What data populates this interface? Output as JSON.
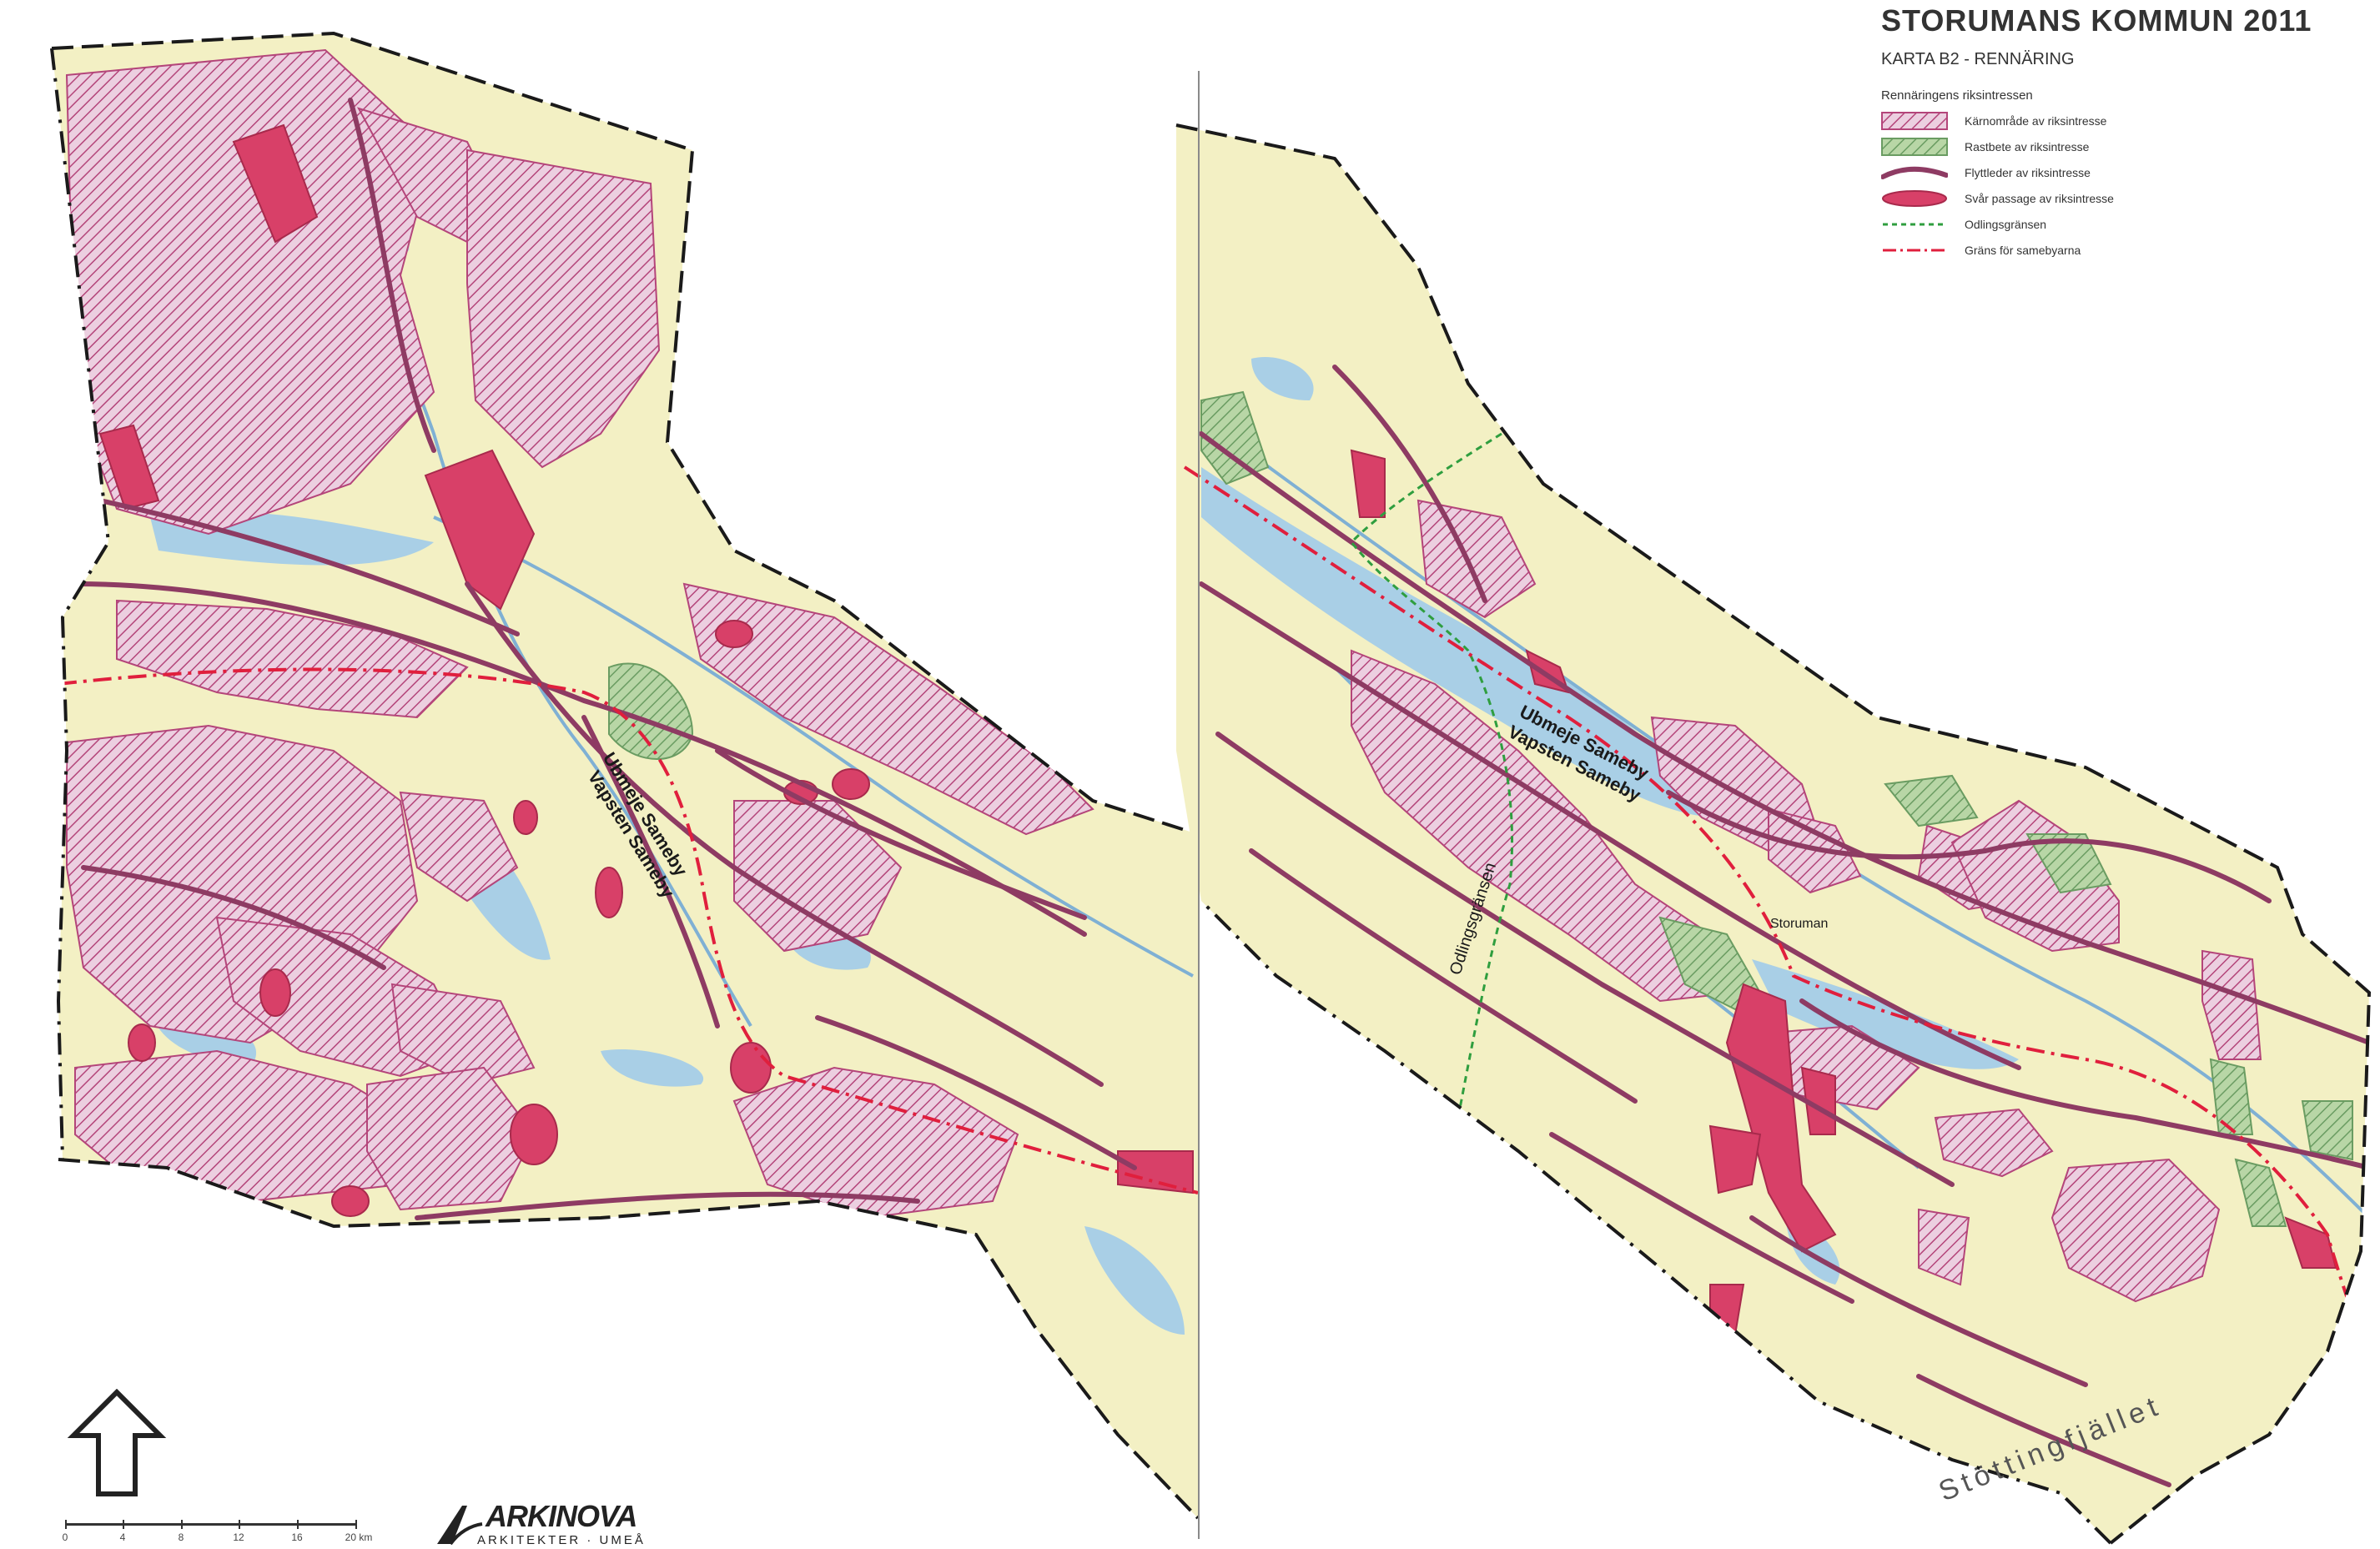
{
  "title": "STORUMANS KOMMUN  2011",
  "subtitle": "KARTA B2 - RENNÄRING",
  "legend": {
    "heading": "Rennäringens riksintressen",
    "items": [
      {
        "label": "Kärnområde av riksintresse",
        "color": "#b4457a"
      },
      {
        "label": "Rastbete av riksintresse",
        "color": "#7fb27a"
      },
      {
        "label": "Flyttleder av riksintresse",
        "color": "#8e3b63"
      },
      {
        "label": "Svår passage av riksintresse",
        "color": "#d84068"
      },
      {
        "label": "Odlingsgränsen",
        "color": "#2f9e3f"
      },
      {
        "label": "Gräns för samebyarna",
        "color": "#e01f3d"
      }
    ]
  },
  "map_labels": {
    "left_sameby_upper": "Ubmeje Sameby",
    "left_sameby_lower": "Vapsten Sameby",
    "right_sameby_upper": "Ubmeje Sameby",
    "right_sameby_lower": "Vapsten Sameby",
    "odlingsgransen": "Odlingsgränsen",
    "storuman": "Storuman",
    "stottingfjallet": "Stöttingfjället"
  },
  "scale": {
    "ticks": [
      "0",
      "4",
      "8",
      "12",
      "16",
      "20 km"
    ]
  },
  "logo": {
    "name": "ARKINOVA",
    "sub": "ARKITEKTER · UMEÅ"
  },
  "icons": {
    "north_arrow": "north-arrow-icon",
    "logo_mark": "arkinova-logo-icon"
  },
  "colors": {
    "terrain": "#f3f0c4",
    "water": "#a9cfe6",
    "kommun_border": "#1a1a1a"
  }
}
